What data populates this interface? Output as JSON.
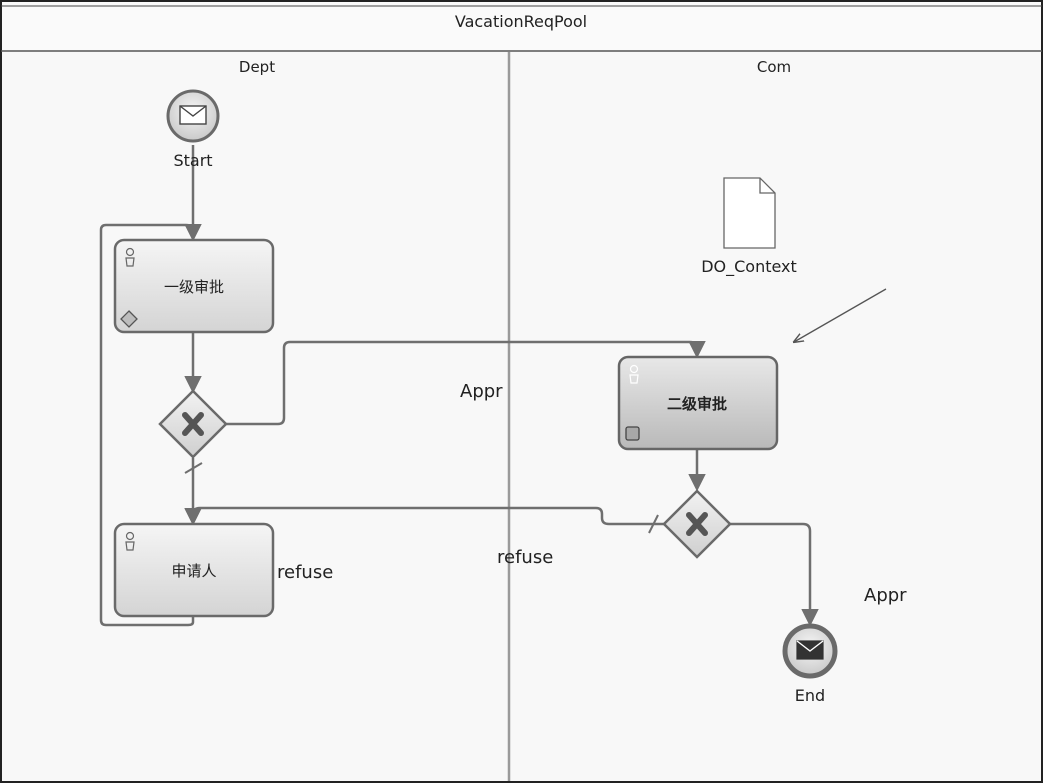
{
  "pool": {
    "title": "VacationReqPool"
  },
  "lanes": {
    "left": "Dept",
    "right": "Com"
  },
  "events": {
    "start": {
      "label": "Start",
      "icon": "envelope-icon"
    },
    "end": {
      "label": "End",
      "icon": "envelope-icon"
    }
  },
  "tasks": {
    "first_approval": {
      "label": "一级审批"
    },
    "applicant": {
      "label": "申请人"
    },
    "second_approval": {
      "label": "二级审批"
    }
  },
  "gateways": {
    "gateway1": {
      "marker": "X"
    },
    "gateway2": {
      "marker": "X"
    }
  },
  "data_object": {
    "label": "DO_Context"
  },
  "flow_labels": {
    "appr_1": "Appr",
    "refuse_1": "refuse",
    "refuse_2": "refuse",
    "appr_2": "Appr"
  },
  "colors": {
    "frame": "#555555",
    "lane_bg": "#f7f7f7",
    "flow": "#6f6f6f",
    "task_fill_top": "#f4f4f4",
    "task_fill_bottom": "#d6d6d6",
    "task_selected_top": "#e6e6e6",
    "task_selected_bottom": "#bdbdbd"
  }
}
